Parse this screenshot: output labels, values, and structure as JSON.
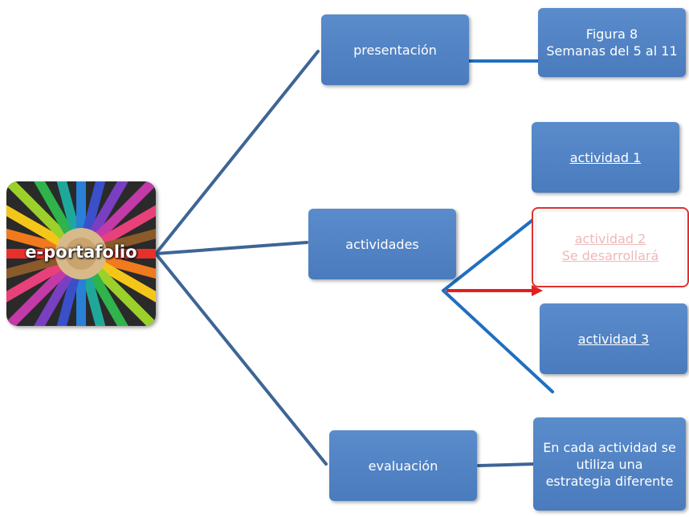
{
  "root": {
    "label": "e-portafolio"
  },
  "branches": {
    "presentacion": {
      "label": "presentación"
    },
    "actividades": {
      "label": "actividades"
    },
    "evaluacion": {
      "label": "evaluación"
    }
  },
  "leaves": {
    "figura": {
      "line1": "Figura 8",
      "line2": "Semanas del 5 al 11"
    },
    "actividad1": {
      "label": "actividad 1"
    },
    "actividad2": {
      "line1": "actividad 2",
      "line2": "Se desarrollará"
    },
    "actividad3": {
      "label": "actividad 3"
    },
    "estrategia": {
      "line1": "En cada actividad se",
      "line2": "utiliza una",
      "line3": "estrategia diferente"
    }
  },
  "colors": {
    "node": "#4f81bd",
    "connector_dark": "#3d6596",
    "connector_bright": "#1f6fc0",
    "highlight": "#e02020"
  },
  "icons": {
    "root_image": "colored-pencils-icon"
  }
}
